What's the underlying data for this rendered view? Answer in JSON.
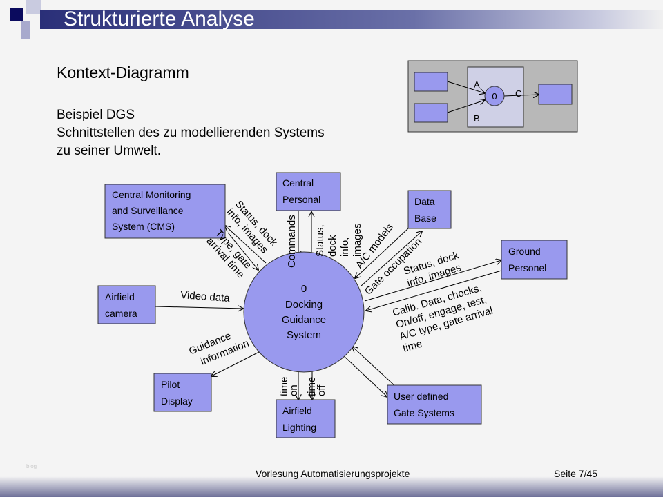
{
  "slide": {
    "title": "Strukturierte Analyse",
    "heading": "Kontext-Diagramm",
    "body_lines": [
      "Beispiel DGS",
      "Schnittstellen des zu modellierenden Systems",
      "zu seiner Umwelt."
    ]
  },
  "inset": {
    "process": "0",
    "labels": [
      "A",
      "B",
      "C"
    ]
  },
  "diagram": {
    "process": [
      "0",
      "Docking",
      "Guidance",
      "System"
    ],
    "entities": {
      "cms": [
        "Central Monitoring",
        "and Surveillance",
        "System (CMS)"
      ],
      "central": [
        "Central",
        "Personal"
      ],
      "database": [
        "Data",
        "Base"
      ],
      "ground": [
        "Ground",
        "Personel"
      ],
      "camera": [
        "Airfield",
        "camera"
      ],
      "pilot": [
        "Pilot",
        "Display"
      ],
      "lighting": [
        "Airfield",
        "Lighting"
      ],
      "user": [
        "User defined",
        "Gate Systems"
      ]
    },
    "flows": {
      "cms_out": [
        "Status, dock",
        "info, images"
      ],
      "cms_in": [
        "Type, gate",
        "arrival time"
      ],
      "commands": "Commands",
      "central_out": [
        "Status,",
        "dock",
        "info,",
        "images"
      ],
      "ac_models": "A/C models",
      "gate_occ": "Gate occupation",
      "ground_out": [
        "Status, dock",
        "info, images"
      ],
      "ground_in": [
        "Calib. Data, chocks,",
        "On/off, engage, test,",
        "A/C type, gate arrival",
        "time"
      ],
      "video": "Video data",
      "guidance": [
        "Guidance",
        "information"
      ],
      "time_on": [
        "time",
        "on"
      ],
      "time_off": [
        "time",
        "off"
      ]
    }
  },
  "footer": {
    "course": "Vorlesung Automatisierungsprojekte",
    "page": "Seite 7/45",
    "watermark": "blog"
  },
  "colors": {
    "entity": "#9999ee",
    "title_bar": "#2a2f78",
    "inset_bg": "#b8b8b8"
  }
}
